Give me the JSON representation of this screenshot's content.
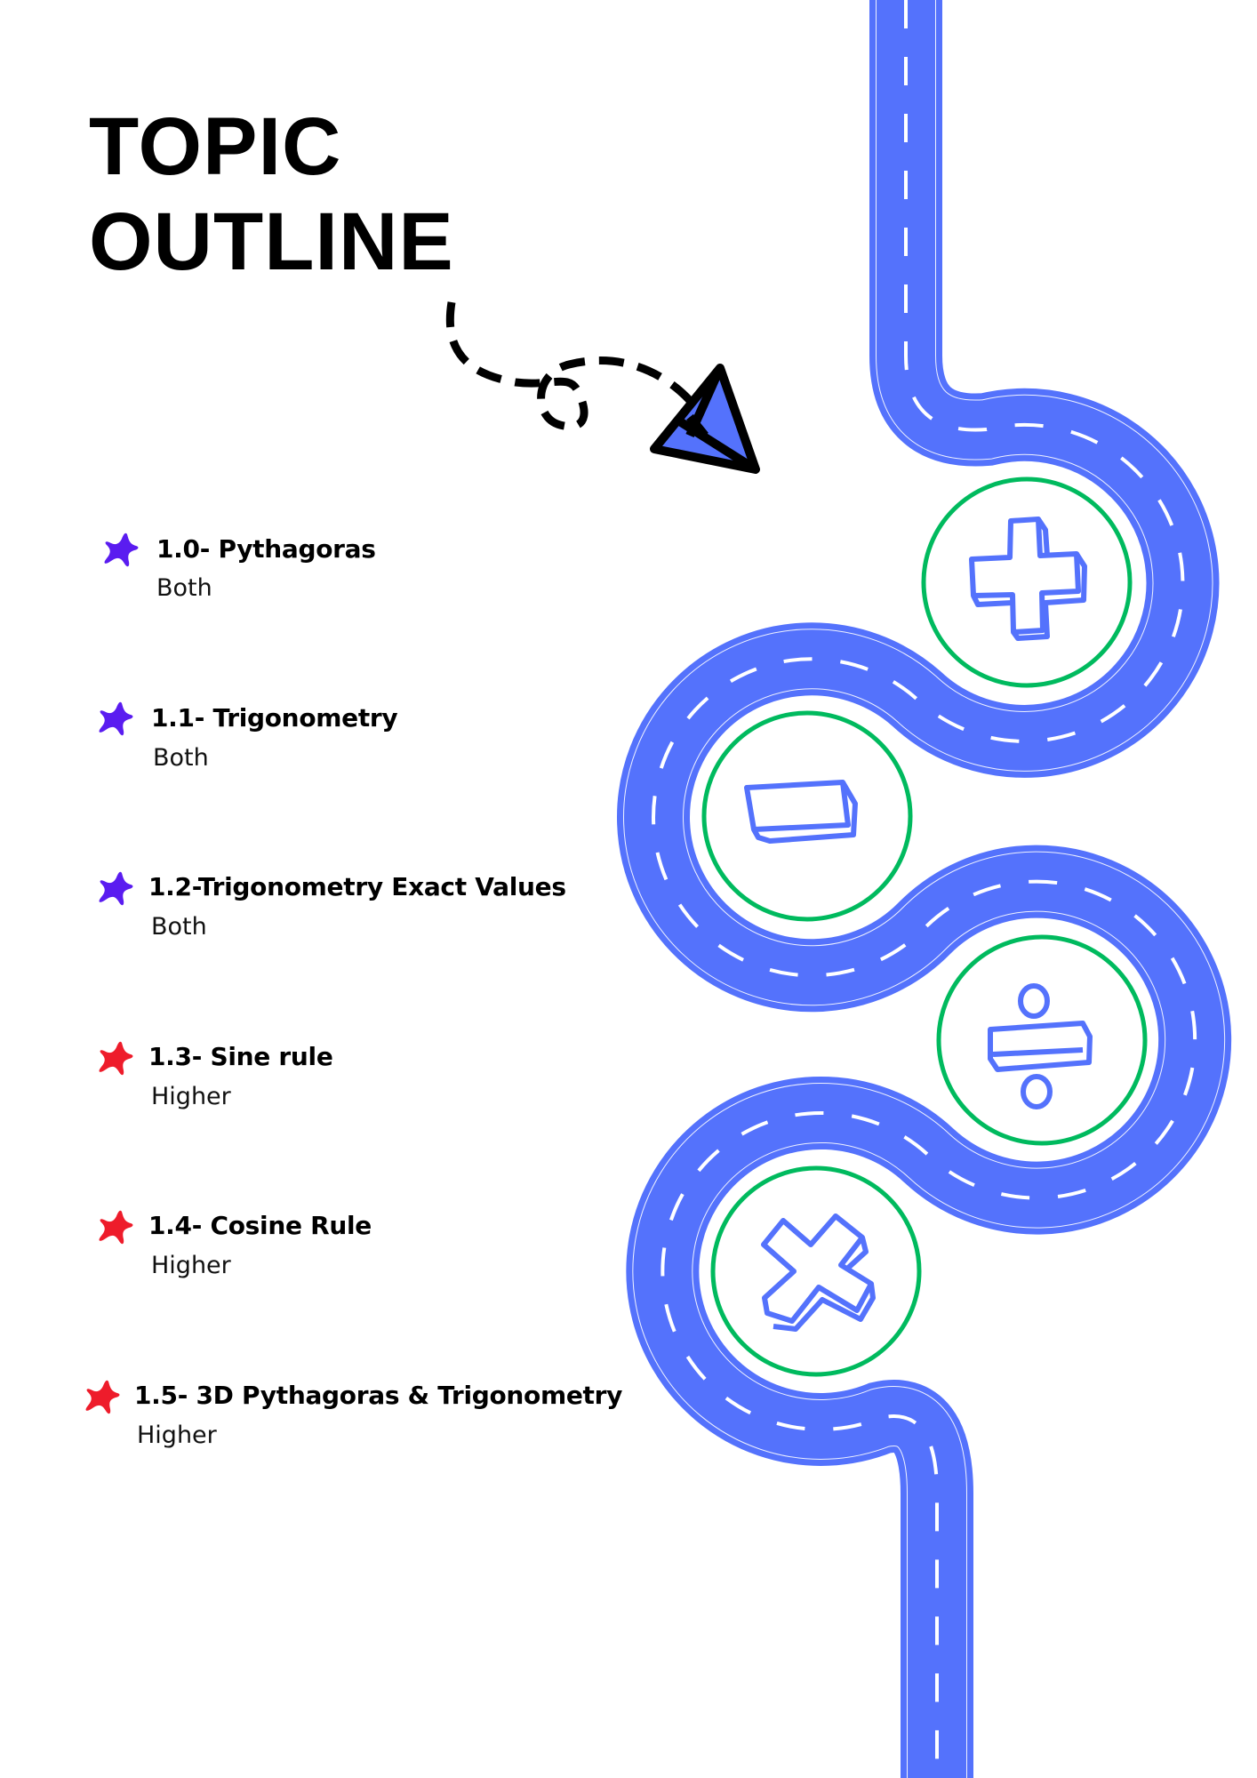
{
  "page": {
    "title_line1": "TOPIC",
    "title_line2": "OUTLINE"
  },
  "topics": [
    {
      "name": "1.0- Pythagoras",
      "level": "Both",
      "star_color": "#5A1CF0"
    },
    {
      "name": "1.1- Trigonometry",
      "level": "Both",
      "star_color": "#5A1CF0"
    },
    {
      "name": "1.2-Trigonometry Exact Values",
      "level": "Both",
      "star_color": "#5A1CF0"
    },
    {
      "name": "1.3- Sine rule",
      "level": "Higher",
      "star_color": "#EE1C2B"
    },
    {
      "name": "1.4- Cosine Rule",
      "level": "Higher",
      "star_color": "#EE1C2B"
    },
    {
      "name": "1.5- 3D Pythagoras & Trigonometry",
      "level": "Higher",
      "star_color": "#EE1C2B"
    }
  ],
  "road": {
    "color": "#5472FC",
    "stops": [
      {
        "icon": "plus-icon"
      },
      {
        "icon": "minus-icon"
      },
      {
        "icon": "divide-icon"
      },
      {
        "icon": "multiply-icon"
      }
    ],
    "ring_color": "#00BA5E"
  },
  "decoration": {
    "arrow_icon": "paper-plane-icon",
    "plane_color": "#5472FC"
  }
}
